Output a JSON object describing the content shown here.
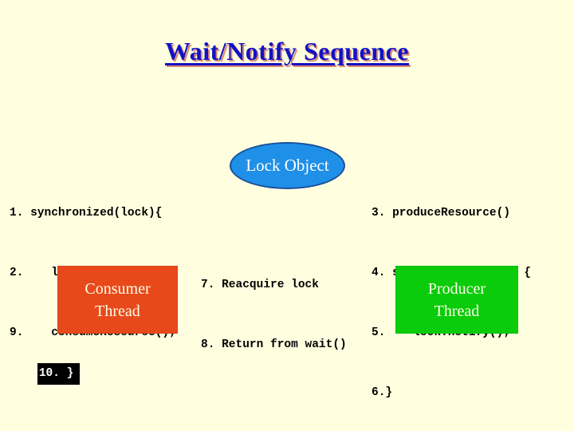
{
  "slide": {
    "title": "Wait/Notify Sequence",
    "background_color": "#ffffe0",
    "title_color": "#1313c4"
  },
  "lock_object": {
    "label": "Lock Object",
    "fill_color": "#1e90e8",
    "border_color": "#1a4f9c",
    "text_color": "#ffffff"
  },
  "consumer_thread": {
    "line1": "Consumer",
    "line2": "Thread",
    "fill_color": "#e8491b",
    "text_color": "#fffde8"
  },
  "producer_thread": {
    "line1": "Producer",
    "line2": "Thread",
    "fill_color": "#0acc0a",
    "text_color": "#fffde8"
  },
  "code_left": {
    "lines": [
      "1. synchronized(lock){",
      "2.    lock.wait();",
      "9.    consumeResource();",
      "10. }"
    ],
    "highlighted_index": 3,
    "highlight_bg": "#000000",
    "highlight_fg": "#ffffff"
  },
  "code_right": {
    "lines": [
      "3. produceResource()",
      "4. synchronized(lock) {",
      "5.    lock.notify();",
      "6.}"
    ]
  },
  "code_middle": {
    "lines": [
      "7. Reacquire lock",
      "8. Return from wait()"
    ]
  }
}
